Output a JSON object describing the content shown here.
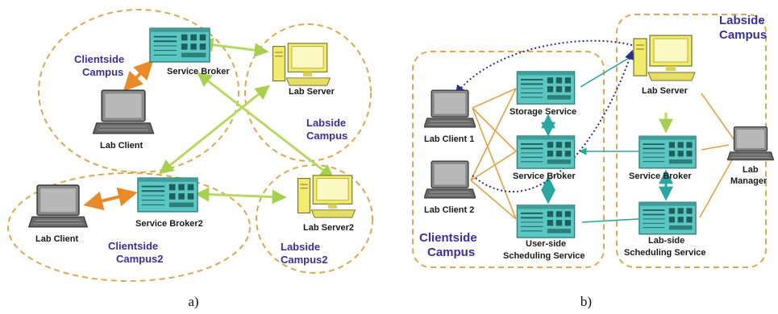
{
  "diagram_a": {
    "campuses": {
      "clientside": [
        "Clientside",
        "Campus"
      ],
      "labside": [
        "Labside",
        "Campus"
      ],
      "clientside2": [
        "Clientside",
        "Campus2"
      ],
      "labside2": [
        "Labside",
        "Campus2"
      ]
    },
    "nodes": {
      "service_broker": "Service Broker",
      "lab_client": "Lab Client",
      "lab_server": "Lab Server",
      "lab_client_2": "Lab Client",
      "service_broker2": "Service Broker2",
      "lab_server2": "Lab Server2"
    },
    "caption": "a)"
  },
  "diagram_b": {
    "campuses": {
      "clientside": [
        "Clientside",
        "Campus"
      ],
      "labside": [
        "Labside",
        "Campus"
      ]
    },
    "nodes": {
      "lab_client_1": "Lab Client 1",
      "lab_client_2": "Lab Client 2",
      "storage_service": "Storage Service",
      "service_broker": "Service Broker",
      "user_scheduling": [
        "User-side",
        "Scheduling Service"
      ],
      "lab_server": "Lab Server",
      "lab_broker": "Service Broker",
      "lab_scheduling": [
        "Lab-side",
        "Scheduling Service"
      ],
      "lab_manager": [
        "Lab",
        "Manager"
      ]
    },
    "caption": "b)"
  },
  "colors": {
    "campus_border": "#e0a650",
    "link_orange": "#e8a040",
    "link_green": "#b8d860",
    "link_teal": "#2aa7a0",
    "link_dotted": "#2b2f8f",
    "server_body": "#5cc6c2",
    "campus_text": "#3a2fa0",
    "laptop": "#7a7a7a",
    "monitor": "#f2ec6e"
  }
}
